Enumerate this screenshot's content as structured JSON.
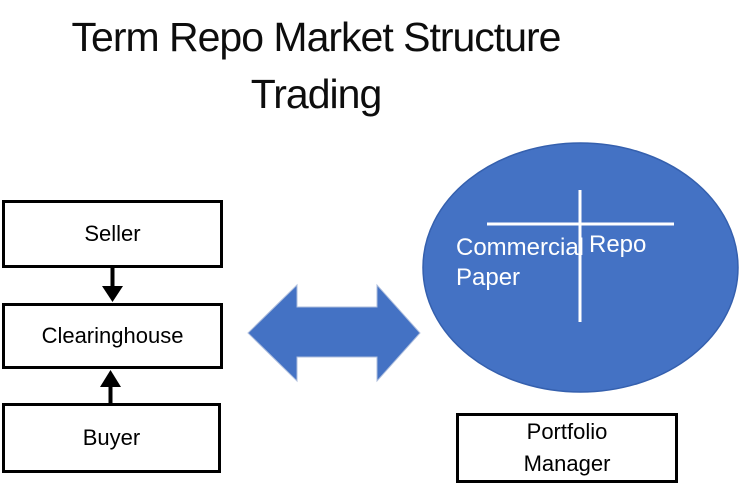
{
  "title": {
    "line1": "Term Repo Market Structure",
    "line2": "Trading"
  },
  "flow_boxes": [
    {
      "label": "Seller"
    },
    {
      "label": "Clearinghouse"
    },
    {
      "label": "Buyer"
    }
  ],
  "market_ellipse": {
    "left_label_line1": "Commercial",
    "left_label_line2": "Paper",
    "right_label": "Repo"
  },
  "portfolio_box": {
    "line1": "Portfolio",
    "line2": "Manager"
  },
  "colors": {
    "shape_fill_blue": "#4472C4",
    "shape_border_blue": "#3560AE",
    "double_arrow_edge": "#aebedd",
    "box_border_black": "#000000",
    "connector_black": "#000000",
    "title_text": "#0d0d0d",
    "ellipse_text": "#ffffff",
    "cross_white": "#ffffff"
  }
}
